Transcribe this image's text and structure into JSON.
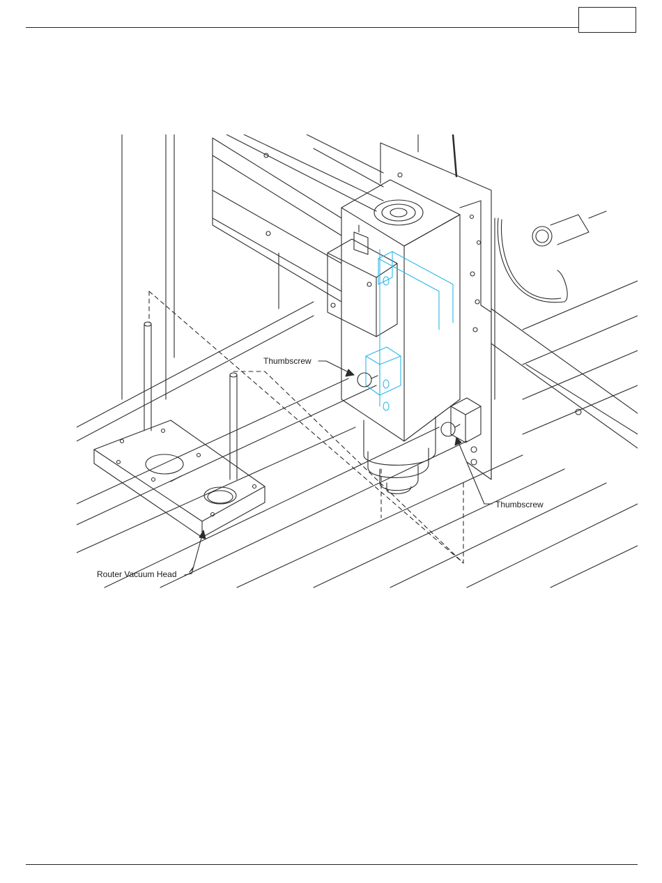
{
  "header": {
    "page_number": ""
  },
  "figure": {
    "callouts": {
      "thumbscrew_upper": "Thumbscrew",
      "thumbscrew_lower": "Thumbscrew",
      "router_vacuum_head": "Router Vacuum Head"
    },
    "colors": {
      "line": "#2b2b2b",
      "highlight": "#29b6e8"
    }
  }
}
